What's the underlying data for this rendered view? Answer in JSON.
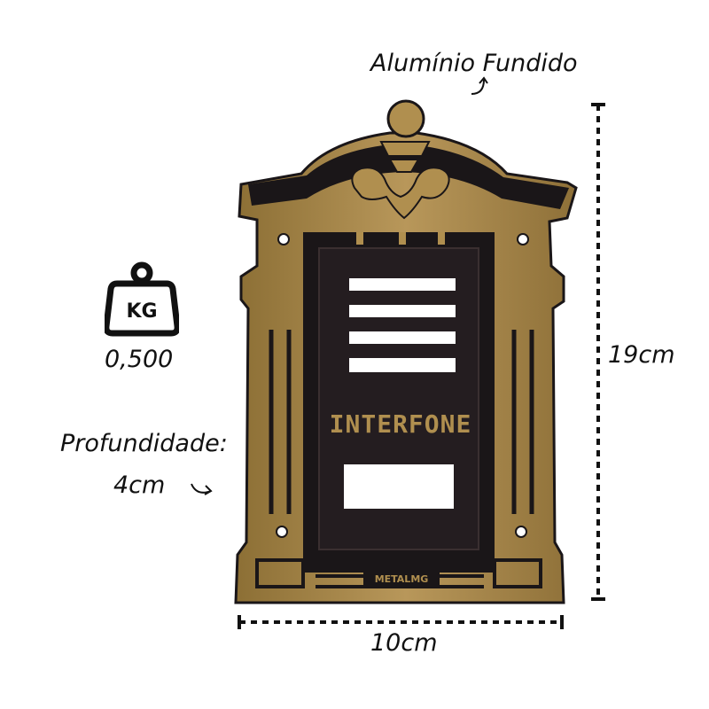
{
  "material": "Alumínio Fundido",
  "dimensions": {
    "height": "19cm",
    "width": "10cm"
  },
  "depth": {
    "title": "Profundidade:",
    "value": "4cm"
  },
  "weight": {
    "icon_label": "KG",
    "value": "0,500"
  },
  "product": {
    "panel_text": "INTERFONE",
    "brand_mark": "METALMG"
  },
  "icons": [
    "weight-icon",
    "curved-arrow-icon"
  ],
  "colors": {
    "gold": "#a98a4a",
    "dark": "#1a1618",
    "dotted_line": "#111111"
  }
}
